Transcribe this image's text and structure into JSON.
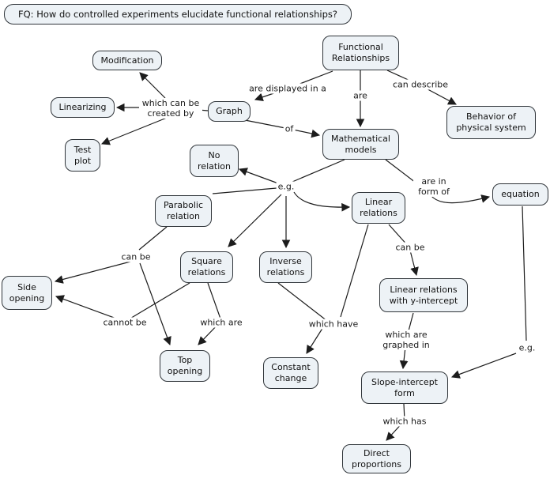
{
  "map": {
    "question": "FQ: How do controlled experiments elucidate functional relationships?",
    "nodes": {
      "modification": "Modification",
      "functional_relationships": "Functional Relationships",
      "linearizing": "Linearizing",
      "graph": "Graph",
      "behavior_of_physical_system": "Behavior of physical system",
      "test_plot": "Test plot",
      "no_relation": "No relation",
      "mathematical_models": "Mathematical models",
      "equation": "equation",
      "parabolic_relation": "Parabolic relation",
      "linear_relations": "Linear relations",
      "square_relations": "Square relations",
      "inverse_relations": "Inverse relations",
      "side_opening": "Side opening",
      "linear_relations_with_y_intercept": "Linear relations with y-intercept",
      "top_opening": "Top opening",
      "constant_change": "Constant change",
      "slope_intercept_form": "Slope-intercept form",
      "direct_proportions": "Direct proportions"
    },
    "link_labels": {
      "are_displayed_in_a": "are displayed in a",
      "are": "are",
      "can_describe": "can describe",
      "which_can_be_created_by": "which can be created by",
      "of": "of",
      "eg_hub": "e.g.",
      "are_in_form_of": "are in form of",
      "can_be_left": "can be",
      "cannot_be": "cannot be",
      "which_are": "which are",
      "which_have": "which have",
      "can_be_right": "can be",
      "which_are_graphed_in": "which are graphed in",
      "eg_equation": "e.g.",
      "which_has": "which has"
    },
    "colors": {
      "background": "#ffffff",
      "node_fill": "#edf2f6",
      "node_border": "#30353a",
      "line": "#1c1c1c",
      "text": "#121212"
    }
  }
}
